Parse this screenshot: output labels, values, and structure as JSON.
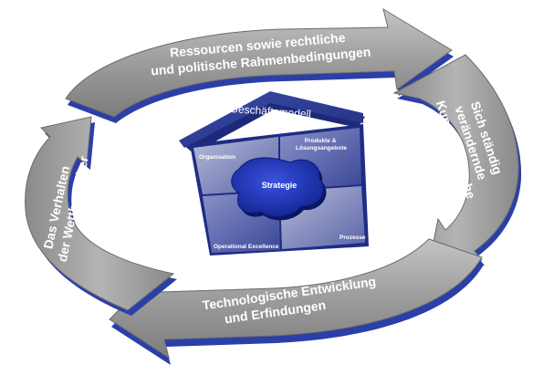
{
  "arrows": {
    "top": {
      "line1": "Ressourcen sowie rechtliche",
      "line2": "und politische Rahmenbedingungen"
    },
    "right": {
      "line1": "Sich ständig",
      "line2": "verändernde",
      "line3": "Kundenwünsche"
    },
    "bottom": {
      "line1": "Technologische Entwicklung",
      "line2": "und Erfindungen"
    },
    "left": {
      "line1": "Das Verhalten",
      "line2": "der Wettbewerber"
    }
  },
  "house": {
    "roof_label": "Geschäftsmodell",
    "quadrants": {
      "top_left": "Organisation",
      "top_right_line1": "Produkte &",
      "top_right_line2": "Lösungsangebote",
      "bottom_left": "Operational Excellence",
      "bottom_right": "Prozesse"
    },
    "core": "Strategie"
  },
  "colors": {
    "arrow_face": "#9a9a9a",
    "arrow_edge": "#2b3fa8",
    "house_blue": "#2a3a96",
    "core_blue": "#1c2fb0"
  }
}
